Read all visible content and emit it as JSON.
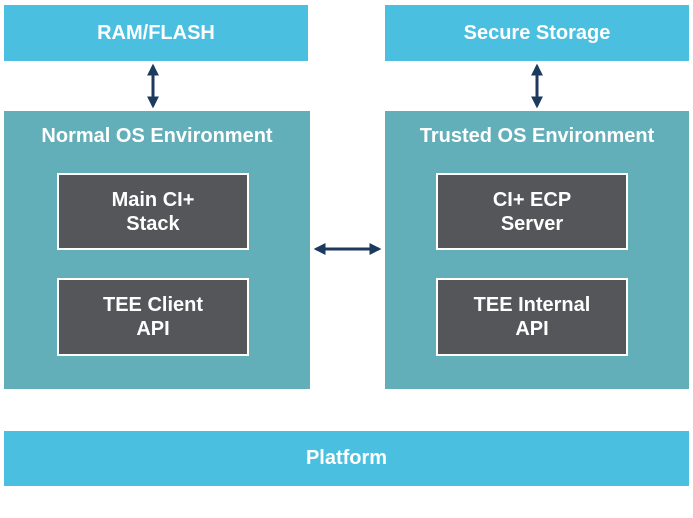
{
  "colors": {
    "top_bar": "#4bbfe0",
    "environment": "#63afb9",
    "component": "#55565a",
    "arrow": "#1c3a5e"
  },
  "top": {
    "ram_flash": "RAM/FLASH",
    "secure_storage": "Secure Storage"
  },
  "normal_os": {
    "title": "Normal OS Environment",
    "main_stack": "Main CI+\nStack",
    "tee_client_api": "TEE Client\nAPI"
  },
  "trusted_os": {
    "title": "Trusted OS Environment",
    "ecp_server": "CI+ ECP\nServer",
    "tee_internal_api": "TEE Internal\nAPI"
  },
  "platform": "Platform"
}
